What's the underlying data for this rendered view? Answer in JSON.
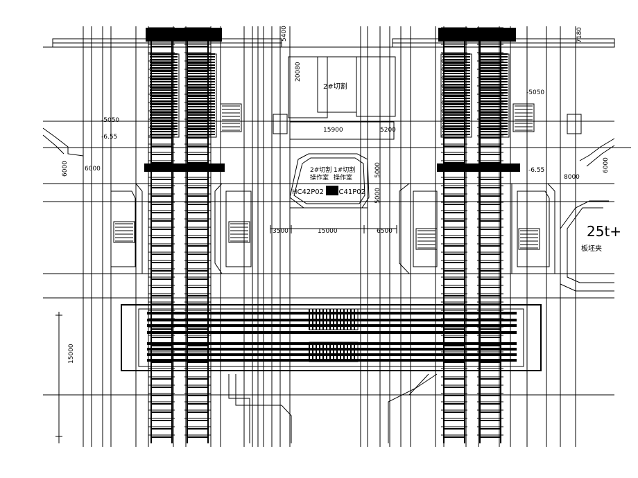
{
  "drawing": {
    "dimensions": {
      "d5400": "5400",
      "d7180": "7180",
      "d20080": "20080",
      "d15900": "15900",
      "d5200": "5200",
      "d5000a": "5000",
      "d5000b": "5000",
      "d3500": "3500",
      "d15000h": "15000",
      "d6500": "6500",
      "d6000l": "6000",
      "d6000r": "6000",
      "d6000c": "6000",
      "d8000": "8000",
      "d15000v": "15000"
    },
    "elevations": {
      "m5050l": "-5050",
      "m655l": "-6.55",
      "m5050r": "-5050",
      "m655r": "-6.55"
    },
    "labels": {
      "cut2": "2#切割",
      "cut2_room": "2#切割",
      "op_room": "操作室",
      "cut1_room": "1#切割",
      "op_room2": "操作室",
      "hc42": "HC42P02",
      "hc41": "HC41P02",
      "crane": "25t+",
      "crane_sub": "板坯夹"
    }
  }
}
